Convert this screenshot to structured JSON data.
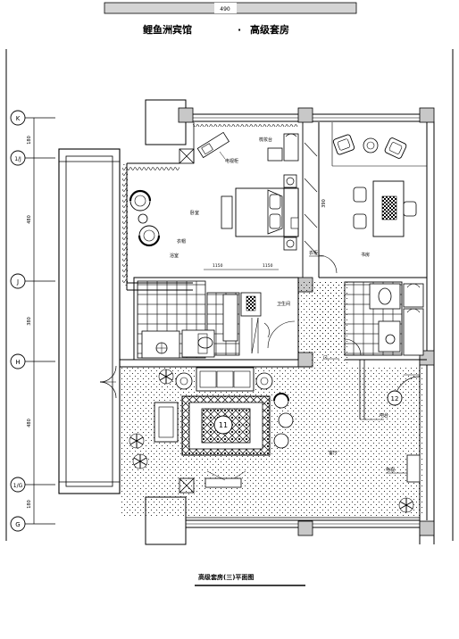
{
  "header": {
    "dimension_label": "490",
    "hotel_name": "鲤鱼洲宾馆",
    "separator": "·",
    "suite_type": "高级套房"
  },
  "grid_axes": [
    "K",
    "1/J",
    "J",
    "H",
    "1/G",
    "G"
  ],
  "dimensions": {
    "left": [
      "180",
      "480",
      "380",
      "480",
      "180"
    ],
    "top_bath": [
      "1150",
      "1150"
    ],
    "center_vertical": "390"
  },
  "room_labels": {
    "bedroom": "卧室",
    "study": "书房",
    "living_room": "客厅",
    "wardrobe": "衣柜",
    "dresser": "梳妆台",
    "tv_cabinet": "电视柜",
    "bathroom": "浴室",
    "washroom": "卫生间",
    "cloakroom": "衣帽",
    "bar": "吧台",
    "tv": "电视",
    "door_mark": "门"
  },
  "markers": {
    "m1": "11",
    "m2": "12"
  },
  "title": "高级套房(三)平面图",
  "colors": {
    "line": "#000000",
    "column": "#c8c8c8",
    "header_bar": "#d4d4d4"
  }
}
